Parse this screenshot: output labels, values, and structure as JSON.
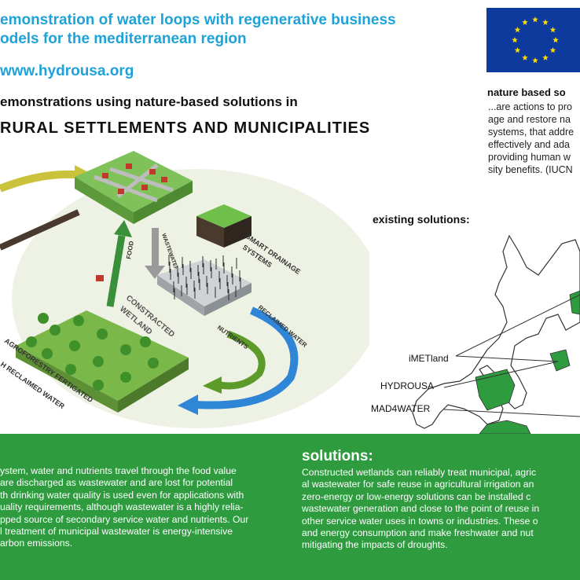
{
  "header": {
    "title_lines": [
      "emonstration of water loops with regenerative business",
      "odels for the mediterranean region"
    ],
    "url": "www.hydrousa.org",
    "demo_line": "emonstrations using nature-based solutions in",
    "rural": "RURAL SETTLEMENTS AND MUNICIPALITIES"
  },
  "diagram": {
    "labels": {
      "smart_drainage": "SMART DRAINAGE",
      "systems": "SYSTEMS",
      "wastewater": "WASTEWATER",
      "food": "FOOD",
      "constructed": "CONSTRACTED",
      "wetland": "WETLAND",
      "nutrients": "NUTRIENTS",
      "reclaimed": "RECLAIMED WATER",
      "agro1": "AGROFORESTRY FERTIGATED",
      "agro2": "H RECLAIMED WATER"
    },
    "colors": {
      "food_arrow": "#3a8f3a",
      "reclaimed_arrow": "#2f86d6",
      "nutrients_arrow": "#5c9a2a",
      "wastewater_arrow": "#9a9a9a",
      "top_arrow": "#c9c23a"
    }
  },
  "nbs": {
    "heading": "nature based so",
    "lines": [
      "...are actions to pro",
      "age and restore na",
      "systems, that addre",
      "effectively and ada",
      "providing human w",
      "sity benefits.  (IUCN"
    ]
  },
  "existing": {
    "heading": "existing solutions:",
    "map_labels": [
      "iMETland",
      "HYDROUSA",
      "MAD4WATER"
    ]
  },
  "bottom": {
    "left_lines": [
      "ystem, water and nutrients travel through the food value",
      " are discharged as wastewater and are lost for potential",
      "th drinking water quality is used even for applications with",
      "uality requirements, although wastewater is a highly relia-",
      "pped source of secondary service water and nutrients. Our",
      "l treatment of municipal wastewater is energy-intensive",
      "arbon emissions."
    ],
    "solutions_heading": "solutions:",
    "right_lines": [
      "Constructed wetlands can reliably treat municipal, agric",
      "al wastewater for safe reuse in agricultural irrigation an",
      "zero-energy or low-energy solutions can be installed c",
      "wastewater generation and close to the point of reuse in",
      "other service water uses in towns or industries. These o",
      "and energy consumption and make freshwater and nut",
      "mitigating the impacts of droughts."
    ]
  },
  "colors": {
    "brand_blue": "#1fa2d9",
    "green_band": "#2e9b3f",
    "eu_blue": "#0d3a9c",
    "eu_star": "#ffdd00",
    "map_green": "#2e9b3f"
  }
}
